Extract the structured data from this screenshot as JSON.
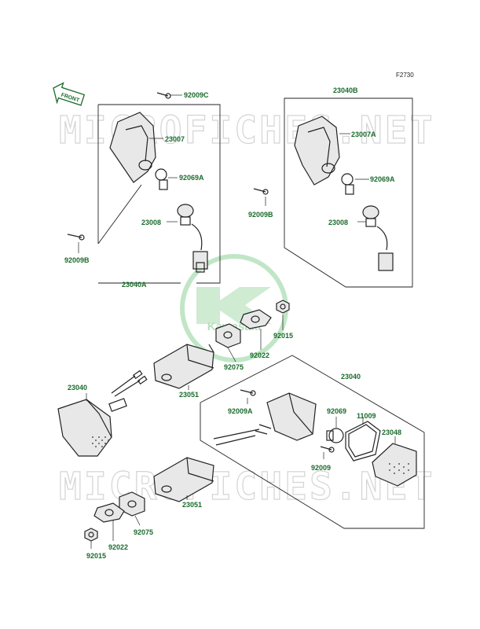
{
  "figure_code": "F2730",
  "front_arrow": "FRONT",
  "watermark": "MICROFICHES.NET",
  "logo_text": "Kawasaki",
  "labels": {
    "p92009C": "92009C",
    "p23007": "23007",
    "p92069A_l": "92069A",
    "p23008_l": "23008",
    "p92009B_l": "92009B",
    "p23040A": "23040A",
    "p23040B": "23040B",
    "p23007A": "23007A",
    "p92069A_r": "92069A",
    "p92009B_r": "92009B",
    "p23008_r": "23008",
    "p92015_t": "92015",
    "p92022_t": "92022",
    "p92075_t": "92075",
    "p23051_t": "23051",
    "p23040_l": "23040",
    "p23040_r": "23040",
    "p92009A": "92009A",
    "p92069": "92069",
    "p11009": "11009",
    "p23048": "23048",
    "p92009": "92009",
    "p23051_b": "23051",
    "p92075_b": "92075",
    "p92022_b": "92022",
    "p92015_b": "92015"
  }
}
